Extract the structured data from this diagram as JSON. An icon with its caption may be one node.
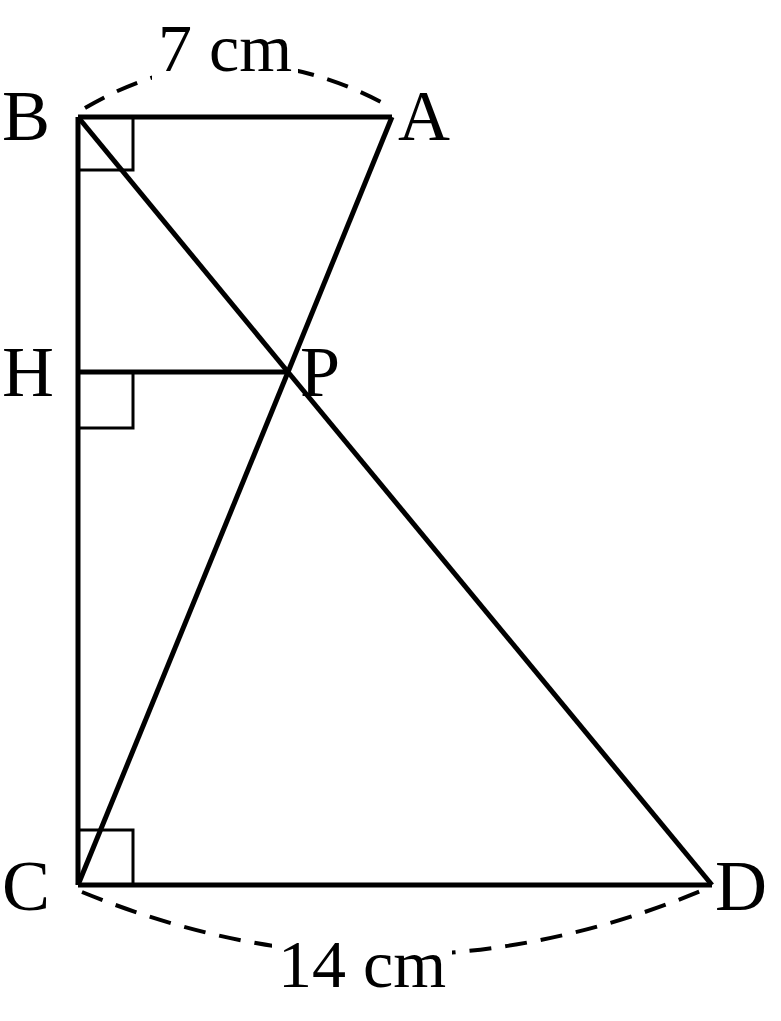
{
  "diagram": {
    "nodes": [
      {
        "text": [
          "B"
        ]
      },
      {
        "text": [
          "A"
        ]
      },
      {
        "text": [
          "H"
        ]
      },
      {
        "text": [
          "P"
        ]
      },
      {
        "text": [
          "C"
        ]
      },
      {
        "text": [
          "D"
        ]
      }
    ],
    "edges": [
      {
        "from": 0,
        "to": 1,
        "arrow": "none"
      },
      {
        "from": 0,
        "to": 2,
        "arrow": "none"
      },
      {
        "from": 2,
        "to": 4,
        "arrow": "none"
      },
      {
        "from": 4,
        "to": 5,
        "arrow": "none"
      },
      {
        "from": 1,
        "to": 3,
        "arrow": "none"
      },
      {
        "from": 3,
        "to": 4,
        "arrow": "none"
      },
      {
        "from": 0,
        "to": 3,
        "arrow": "none"
      },
      {
        "from": 3,
        "to": 5,
        "arrow": "none"
      },
      {
        "from": 2,
        "to": 3,
        "arrow": "none"
      }
    ],
    "labels": [
      "7 cm",
      "14 cm"
    ]
  }
}
